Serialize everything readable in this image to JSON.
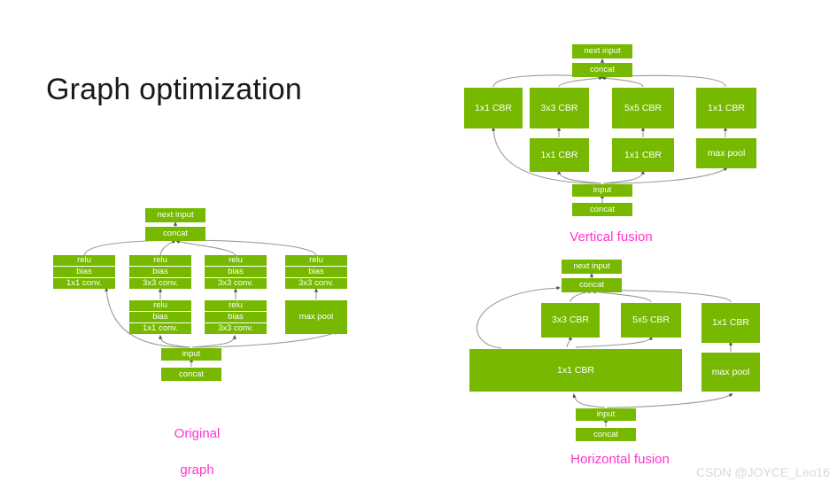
{
  "slide": {
    "title": "Graph optimization",
    "background_color": "#ffffff",
    "node_color": "#76b900",
    "node_text_color": "#ffffff",
    "caption_color": "#ff33cc",
    "edge_color": "#9a9a9a",
    "watermark": "CSDN @JOYCE_Leo16"
  },
  "original_graph": {
    "caption_line1": "Original",
    "caption_line2": "graph",
    "top": {
      "next_input": "next input",
      "concat": "concat"
    },
    "bottom": {
      "input": "input",
      "concat": "concat"
    },
    "columns": [
      {
        "name": "branch-1",
        "upper": [
          "relu",
          "bias",
          "1x1 conv."
        ],
        "lower": []
      },
      {
        "name": "branch-2",
        "upper": [
          "relu",
          "bias",
          "3x3 conv."
        ],
        "lower": [
          "relu",
          "bias",
          "1x1 conv."
        ]
      },
      {
        "name": "branch-3",
        "upper": [
          "relu",
          "bias",
          "3x3 conv."
        ],
        "lower": [
          "relu",
          "bias",
          "3x3 conv."
        ]
      },
      {
        "name": "branch-4",
        "upper": [
          "relu",
          "bias",
          "3x3 conv."
        ],
        "lower": [
          "max pool"
        ]
      }
    ]
  },
  "vertical_fusion": {
    "caption": "Vertical fusion",
    "top": {
      "next_input": "next input",
      "concat": "concat"
    },
    "bottom": {
      "input": "input",
      "concat": "concat"
    },
    "upper_row": [
      "1x1 CBR",
      "3x3 CBR",
      "5x5 CBR",
      "1x1 CBR"
    ],
    "lower_row": [
      "1x1 CBR",
      "1x1 CBR",
      "max pool"
    ]
  },
  "horizontal_fusion": {
    "caption": "Horizontal fusion",
    "top": {
      "next_input": "next input",
      "concat": "concat"
    },
    "bottom": {
      "input": "input",
      "concat": "concat"
    },
    "upper_row": [
      "3x3 CBR",
      "5x5 CBR",
      "1x1 CBR"
    ],
    "wide_node": "1x1 CBR",
    "pool_node": "max pool"
  }
}
